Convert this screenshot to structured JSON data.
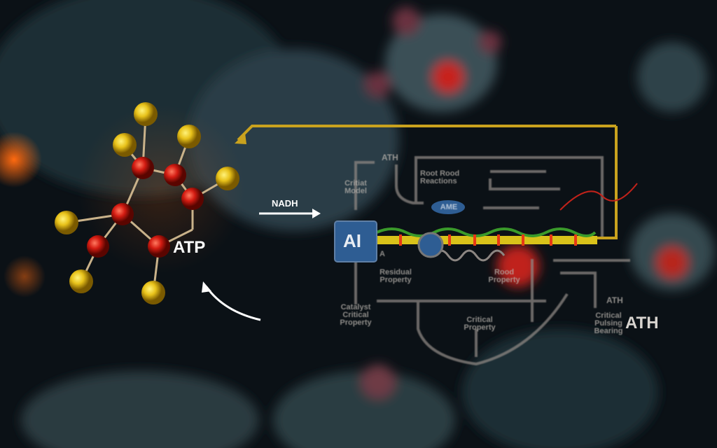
{
  "labels": {
    "nadh": "NADH",
    "atp": "ATP",
    "ai_box": "AI",
    "ath_top": "ATH",
    "ath_small": "ATH",
    "ath_big": "ATH",
    "ame": "AME",
    "critical_model": "Critiat Model",
    "root_reactions": "Root Rood Reactions",
    "a_marker": "A",
    "residual_property": "Residual Property",
    "catalyst_property": "Catalyst Critical Property",
    "critical_property": "Critical Property",
    "red_property": "Rood Property",
    "critical_bearing": "Critical Pulsing Bearing"
  },
  "colors": {
    "background": "#0b1116",
    "yellow_atom": "#e8c21a",
    "red_atom": "#d41c12",
    "path_yellow": "#c9a21e",
    "ai_box": "#2e5d93"
  }
}
